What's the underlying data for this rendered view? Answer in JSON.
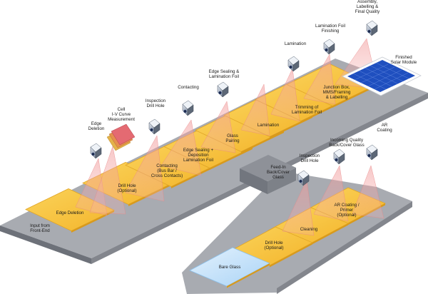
{
  "diagram": {
    "station_labels": {
      "edge_deletion": "Edge Deletion",
      "drill_hole_optional_1": "Drill Hole\n(Optional)",
      "contacting": "Contacting\n(Bus Bar /\nCross Contacts)",
      "edge_sealing_deposition": "Edge Sealing +\nDeposition\nLamination Foil",
      "glass_pairing": "Glass\nPairing",
      "lamination": "Lamination",
      "trimming": "Trimming of\nLamination Foil",
      "junction_box": "Junction Box,\nMMS/Framing\n& Labelling",
      "feed_in": "Feed-In\nBack/Cover\nGlass",
      "ar_coating_primer": "AR Coating /\nPrimer\n(Optional)",
      "cleaning": "Cleaning",
      "drill_hole_optional_2": "Drill Hole\n(Optional)",
      "bare_glass": "Bare Glass"
    },
    "end_labels": {
      "input": "Input from\nFront-End",
      "finished": "Finished\nSolar Module"
    },
    "inspection_labels": {
      "edge_deletion": "Edge\nDeletion",
      "cell_iv": "Cell\nI-V Curve\nMeasurement",
      "inspection_drill_hole_1": "Inspection\nDrill Hole",
      "contacting": "Contacting",
      "edge_sealing": "Edge Sealing &\nLamination Foil",
      "lamination": "Lamination",
      "lamination_foil_finishing": "Lamination Foil\nFinishing",
      "assembly": "Assembly,\nLabelling &\nFinal Quality",
      "inspection_drill_hole_2": "Inspection\nDrill Hole",
      "incoming_quality": "Incoming Quality\nBack/Cover Glass",
      "ar_coating": "AR\nCoating"
    },
    "colors": {
      "belt_top": "#a9acb2",
      "belt_side": "#6f737b",
      "panel_face": "#f7c440",
      "panel_edge": "#d89a1c",
      "glass": "#bfe0fa",
      "beam": "#f08a8a",
      "module_blue": "#1f4fbf"
    }
  }
}
